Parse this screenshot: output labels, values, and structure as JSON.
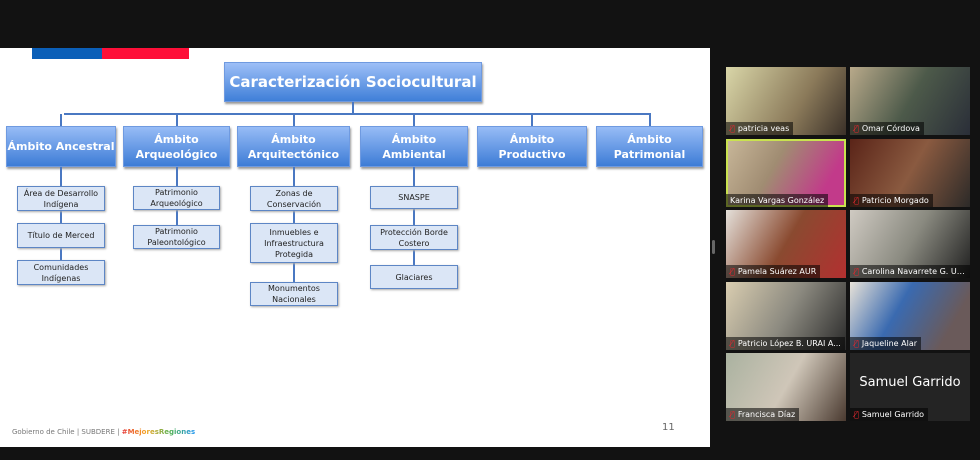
{
  "slide": {
    "title": "Caracterización Sociocultural",
    "categories": [
      {
        "label": "Ámbito Ancestral",
        "items": [
          "Área de Desarrollo Indígena",
          "Título de Merced",
          "Comunidades Indígenas"
        ]
      },
      {
        "label": "Ámbito Arqueológico",
        "items": [
          "Patrimonio Arqueológico",
          "Patrimonio Paleontológico"
        ]
      },
      {
        "label": "Ámbito Arquitectónico",
        "items": [
          "Zonas de Conservación",
          "Inmuebles e Infraestructura Protegida",
          "Monumentos Nacionales"
        ]
      },
      {
        "label": "Ámbito Ambiental",
        "items": [
          "SNASPE",
          "Protección Borde Costero",
          "Glaciares"
        ]
      },
      {
        "label": "Ámbito Productivo",
        "items": []
      },
      {
        "label": "Ámbito Patrimonial",
        "items": []
      }
    ],
    "footer": "Gobierno de Chile | SUBDERE |",
    "hashtag": "#MejoresRegiones",
    "page_number": "11"
  },
  "participants": [
    {
      "name": "patricia veas",
      "muted": true
    },
    {
      "name": "Omar Córdova",
      "muted": true
    },
    {
      "name": "Karina Vargas González",
      "muted": false,
      "active": true
    },
    {
      "name": "Patricio Morgado",
      "muted": true
    },
    {
      "name": "Pamela Suárez AUR",
      "muted": true
    },
    {
      "name": "Carolina Navarrete G. UF...",
      "muted": true
    },
    {
      "name": "Patricio López B. URAI A...",
      "muted": true
    },
    {
      "name": "Jaqueline Alar",
      "muted": true
    },
    {
      "name": "Francisca Díaz",
      "muted": true
    },
    {
      "name": "Samuel Garrido",
      "muted": true,
      "video_off_label": "Samuel Garrido"
    }
  ]
}
